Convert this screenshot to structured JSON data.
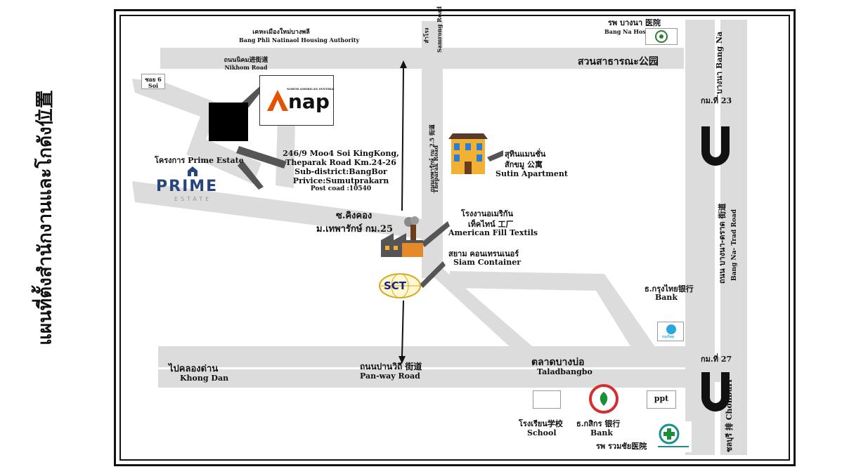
{
  "title": "แผนที่ตั้งสำนักงานและโกดัง位置",
  "roads": {
    "nikhom_thai": "ถนนนิคม进街道",
    "nikhom_en": "Nikhom Road",
    "housing_thai": "เคหะเมืองใหม่บางพลี",
    "housing_en": "Bang Phli Natinaol Housing Authority",
    "samrong_thai": "สำโรง",
    "samrong_en": "Samrong Road",
    "theparak_thai": "ถนนเทพารักษ์ กม 2.5 街道",
    "theparak_en": "Theparak Road",
    "bangna_trad_thai": "ถนน บางนา-ตราด 街道",
    "bangna_trad_en": "Bang Na- Trad Road",
    "panway_thai": "ถนนปานวิถี 街道",
    "panway_en": "Pan-way Road",
    "khongdan_thai": "ไปคลองด่าน",
    "khongdan_en": "Khong Dan",
    "soi6_thai": "ซอย 6",
    "soi6_en": "Soi",
    "kingkong_thai": "ซ.คิงคอง",
    "theparak_km_thai": "ม.เทพารักษ์ กม.25",
    "chonburi_thai": "ชลบุรี 排",
    "chonburi_en": "Chonburi",
    "bangna_dir_thai": "บางนา Bang Na"
  },
  "places": {
    "park": "สวนสาธารณะ公园",
    "bangna_hosp_thai": "รพ บางนา 医院",
    "bangna_hosp_en": "Bang Na Hospital",
    "km23": "กม.ที่ 23",
    "km27": "กม.ที่ 27",
    "sutin_thai1": "สุทินแมนชั่น",
    "sutin_thai2": "สักขมู 公寓",
    "sutin_en": "Sutin Apartment",
    "american_thai1": "โรงงานอเมริกัน",
    "american_thai2": "เท็คไทน์ 工厂",
    "american_en": "American Fill Textils",
    "siam_thai": "สยาม คอนเทรนเนอร์",
    "siam_en": "Siam Container",
    "ktb_thai": "ธ.กรุงไทย银行",
    "ktb_en": "Bank",
    "ktb_logo": "กรุงไทย",
    "talad_thai": "ตลาดบางบ่อ",
    "talad_en": "Taladbangbo",
    "school_thai": "โรงเรียน学校",
    "school_en": "School",
    "kbank_thai": "ธ.กสิกร 银行",
    "kbank_en": "Bank",
    "ruamchai_thai": "รพ รวมชัย医院",
    "ppt": "ppt",
    "address": [
      "246/9 Moo4 Soi KingKong,",
      "Theparak Road Km.24-26",
      "Sub-district:BangBor",
      "Privice:Sumutprakarn",
      "Post coad :10540"
    ],
    "prime_thai": "โครงการ Prime Estate",
    "prime_logo": "PRIME",
    "prime_sub": "ESTATE",
    "anap_text": "nap",
    "anap_sub": "NORTH AMERICAN SYNTHIA",
    "sct": "SCT"
  }
}
